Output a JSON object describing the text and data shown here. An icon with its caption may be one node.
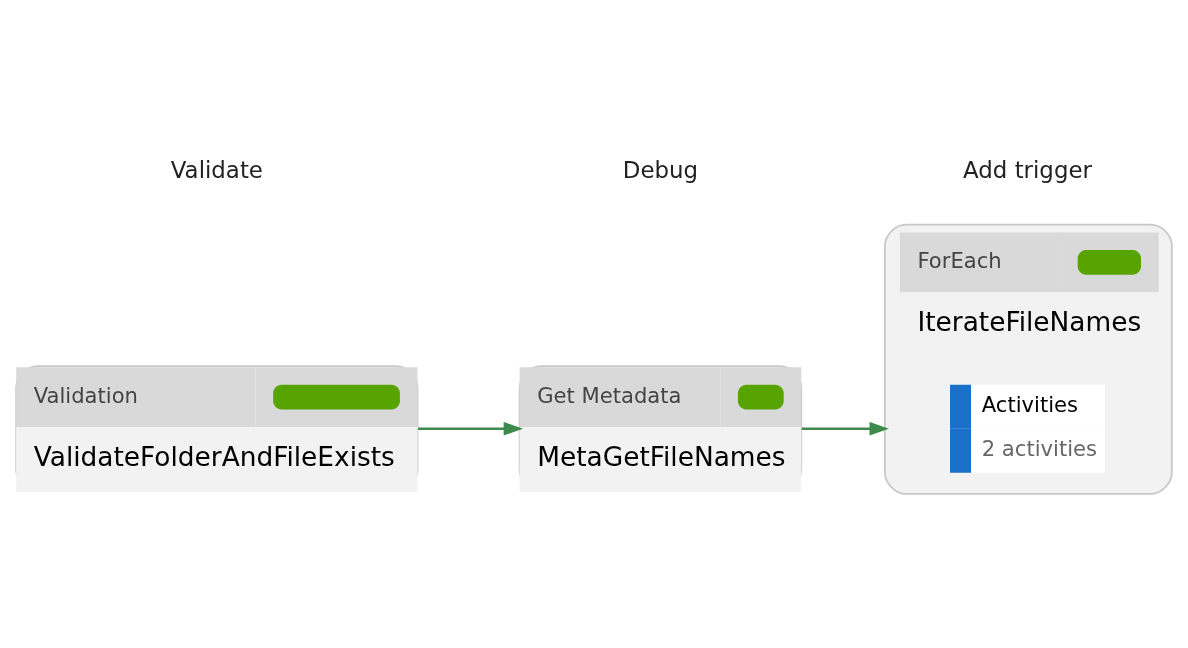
{
  "diagram": {
    "nodes": [
      {
        "text": [
          "Validation",
          "ValidateFolderAndFileExists"
        ]
      },
      {
        "text": [
          "Get Metadata",
          "MetaGetFileNames"
        ]
      },
      {
        "text": [
          "ForEach",
          "IterateFileNames"
        ]
      },
      {
        "text": [
          "Activities",
          "2 activities"
        ],
        "in": 2
      }
    ],
    "edges": [
      {
        "from": 0,
        "to": 1,
        "arrow": "to"
      },
      {
        "from": 1,
        "to": 2,
        "arrow": "to"
      }
    ],
    "labels": [
      "Validate",
      "Debug",
      "Add trigger"
    ]
  }
}
